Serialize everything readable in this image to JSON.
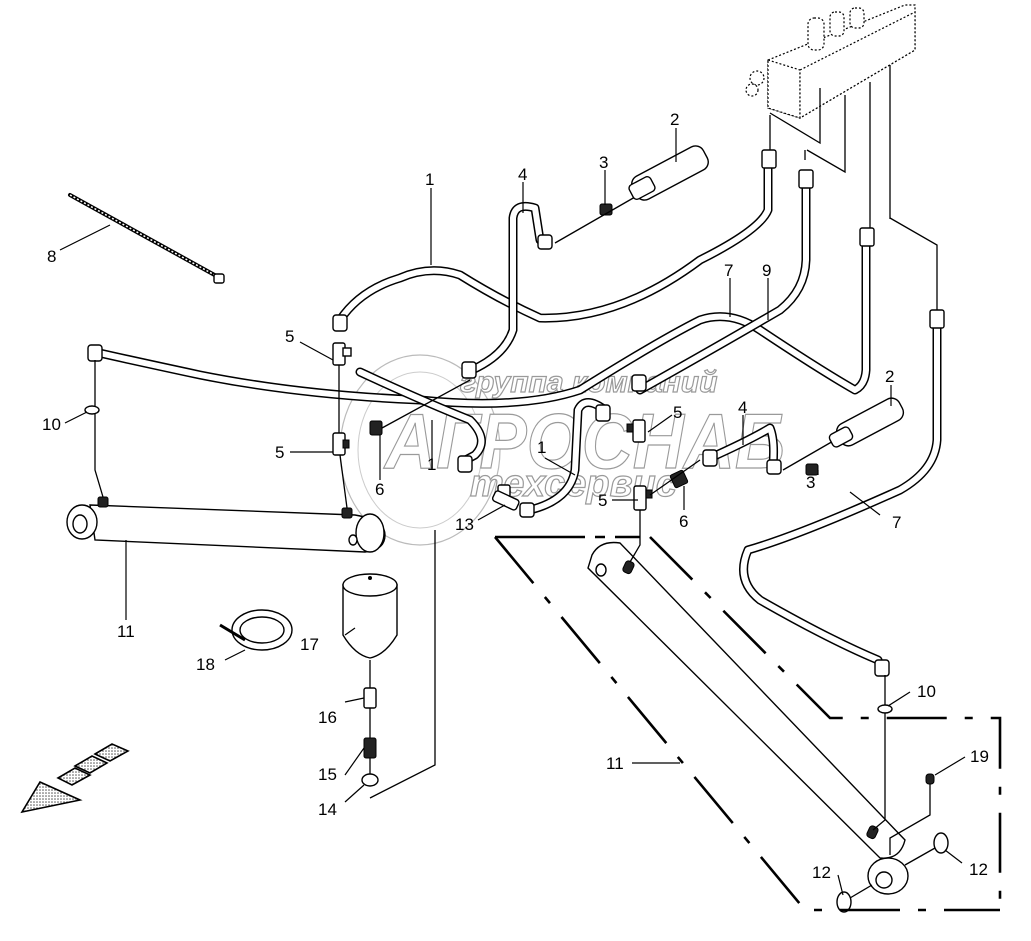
{
  "diagram": {
    "title": "Hydraulic lines exploded parts diagram",
    "watermark": {
      "line1": "группа компаний",
      "line2": "АГРОСНАБ",
      "line3": "техсервис",
      "color": "#9a9a9a"
    },
    "direction_arrow": "front-direction-arrow",
    "callouts": [
      {
        "id": "c1a",
        "label": "1",
        "part": "hose"
      },
      {
        "id": "c1b",
        "label": "1",
        "part": "hose"
      },
      {
        "id": "c1c",
        "label": "1",
        "part": "hose"
      },
      {
        "id": "c2a",
        "label": "2",
        "part": "filter"
      },
      {
        "id": "c2b",
        "label": "2",
        "part": "filter"
      },
      {
        "id": "c3a",
        "label": "3",
        "part": "nut"
      },
      {
        "id": "c3b",
        "label": "3",
        "part": "nut"
      },
      {
        "id": "c4a",
        "label": "4",
        "part": "hose"
      },
      {
        "id": "c4b",
        "label": "4",
        "part": "hose"
      },
      {
        "id": "c5a",
        "label": "5",
        "part": "tee-fitting"
      },
      {
        "id": "c5b",
        "label": "5",
        "part": "tee-fitting"
      },
      {
        "id": "c5c",
        "label": "5",
        "part": "tee-fitting"
      },
      {
        "id": "c5d",
        "label": "5",
        "part": "tee-fitting"
      },
      {
        "id": "c6a",
        "label": "6",
        "part": "adapter"
      },
      {
        "id": "c6b",
        "label": "6",
        "part": "adapter"
      },
      {
        "id": "c7a",
        "label": "7",
        "part": "pipe"
      },
      {
        "id": "c7b",
        "label": "7",
        "part": "pipe"
      },
      {
        "id": "c8",
        "label": "8",
        "part": "cable-tie"
      },
      {
        "id": "c9",
        "label": "9",
        "part": "pipe"
      },
      {
        "id": "c10a",
        "label": "10",
        "part": "washer"
      },
      {
        "id": "c10b",
        "label": "10",
        "part": "washer"
      },
      {
        "id": "c11a",
        "label": "11",
        "part": "cylinder"
      },
      {
        "id": "c11b",
        "label": "11",
        "part": "cylinder"
      },
      {
        "id": "c12a",
        "label": "12",
        "part": "bushing"
      },
      {
        "id": "c12b",
        "label": "12",
        "part": "bushing"
      },
      {
        "id": "c13",
        "label": "13",
        "part": "tee-fitting"
      },
      {
        "id": "c14",
        "label": "14",
        "part": "nut"
      },
      {
        "id": "c15",
        "label": "15",
        "part": "connector"
      },
      {
        "id": "c16",
        "label": "16",
        "part": "adapter"
      },
      {
        "id": "c17",
        "label": "17",
        "part": "accumulator"
      },
      {
        "id": "c18",
        "label": "18",
        "part": "clamp"
      },
      {
        "id": "c19",
        "label": "19",
        "part": "grease-nipple"
      }
    ]
  }
}
